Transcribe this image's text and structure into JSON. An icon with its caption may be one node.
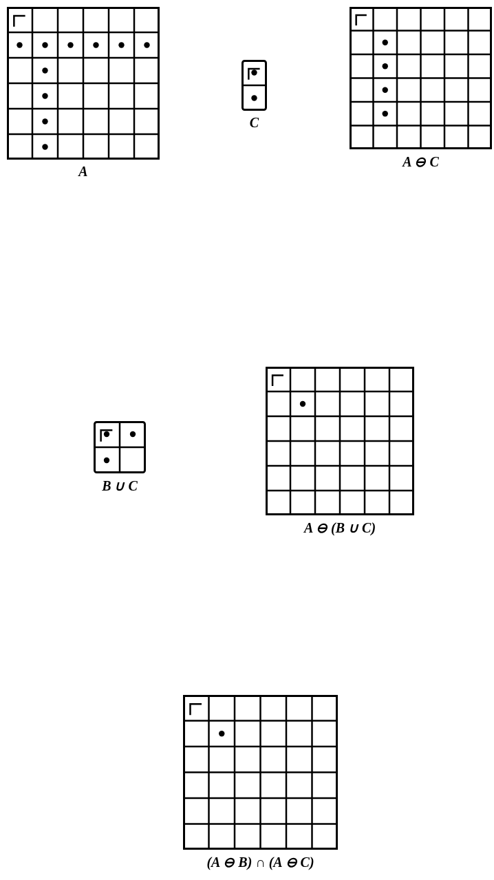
{
  "diagram": {
    "nodes": [
      {
        "text": [
          "A"
        ]
      },
      {
        "text": [
          "C"
        ]
      },
      {
        "text": [
          "A ⊖ C"
        ]
      },
      {
        "text": [
          "B ∪ C"
        ]
      },
      {
        "text": [
          "A ⊖ (B ∪ C)"
        ]
      },
      {
        "text": [
          "(A ⊖ B) ∩ (A ⊖ C)"
        ]
      }
    ]
  }
}
